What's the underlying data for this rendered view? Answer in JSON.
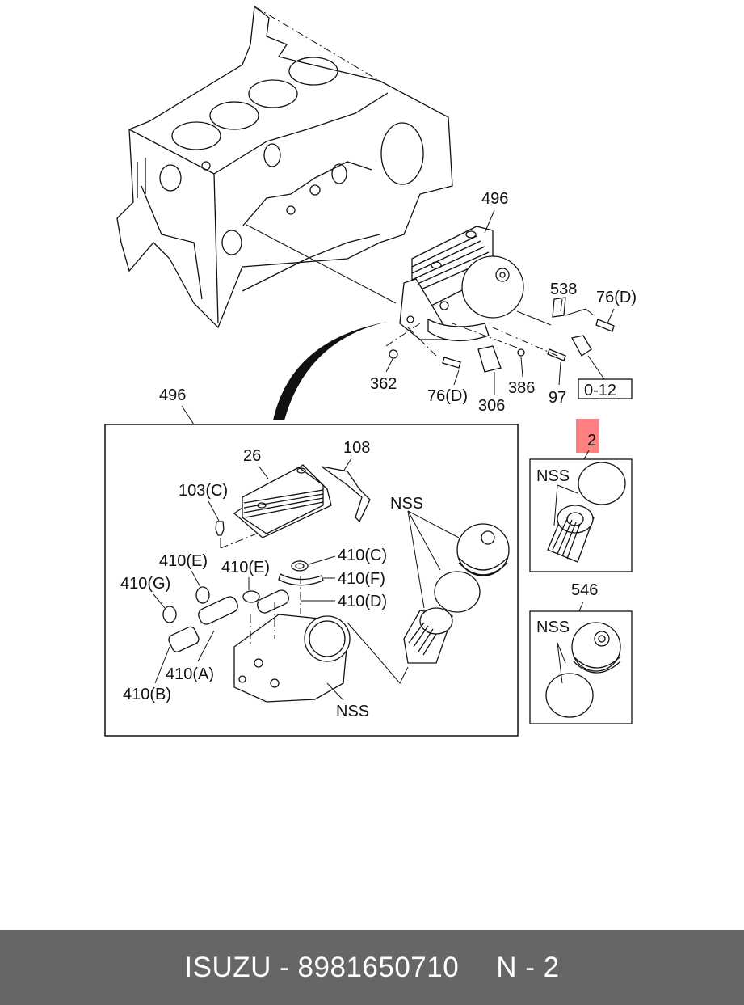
{
  "diagram": {
    "engine_block_labels": {
      "oil_cooler_assembly": "496",
      "bracket": "538",
      "bolt_top_right": "76(D)",
      "nut": "362",
      "bolt_bottom": "76(D)",
      "plug": "306",
      "small_nut": "386",
      "stud": "97",
      "reference_box": "0-12"
    },
    "exploded_box": {
      "title": "496",
      "labels": {
        "cooler": "26",
        "pipe_bracket": "108",
        "bolt": "103(C)",
        "nss_top": "NSS",
        "seal_e1": "410(E)",
        "seal_e2": "410(E)",
        "seal_c": "410(C)",
        "seal_f": "410(F)",
        "seal_g": "410(G)",
        "seal_d": "410(D)",
        "seal_a": "410(A)",
        "seal_b": "410(B)",
        "nss_bottom": "NSS"
      }
    },
    "filter_box": {
      "title": "2",
      "highlight_color": "#ff8080",
      "nss": "NSS"
    },
    "cap_box": {
      "title": "546",
      "nss": "NSS"
    }
  },
  "footer": {
    "brand": "ISUZU",
    "separator": "-",
    "part_number": "8981650710",
    "page_ref": "N - 2",
    "background": "#666666"
  }
}
